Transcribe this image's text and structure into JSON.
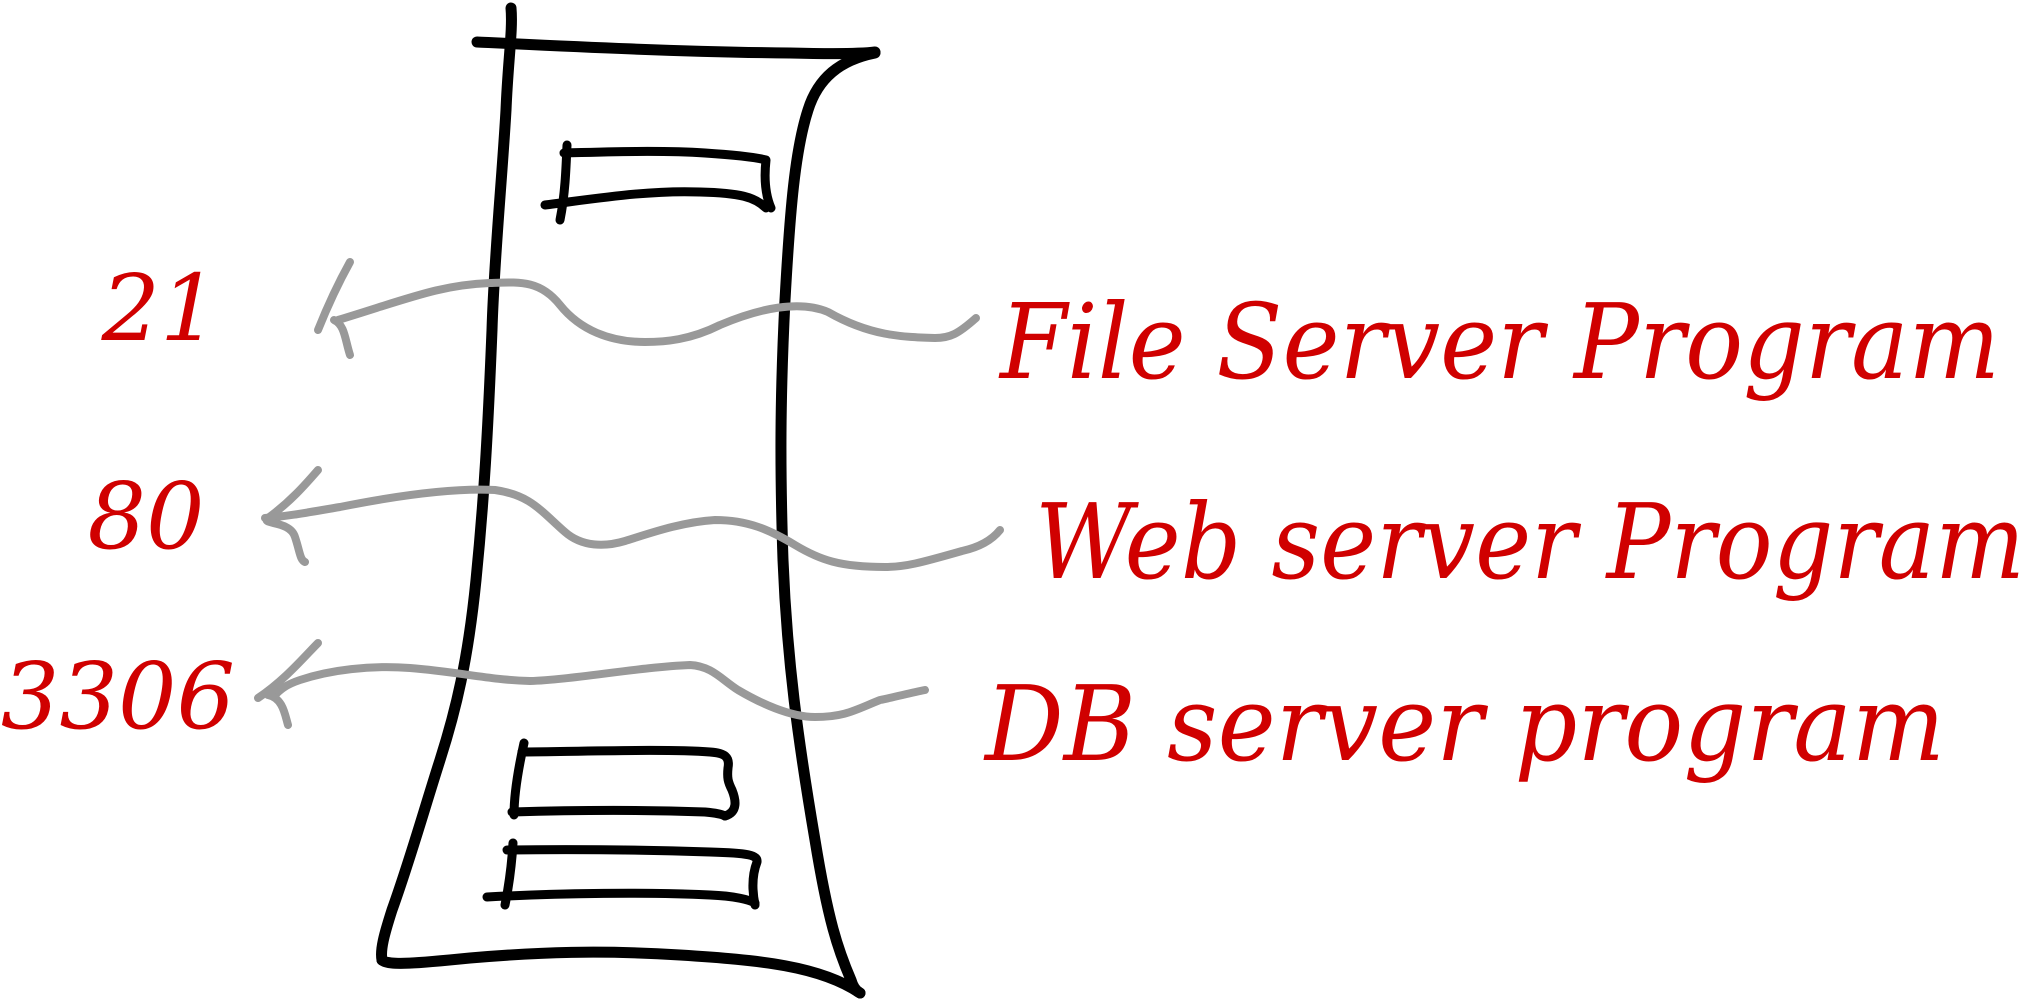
{
  "colors": {
    "ink": "#000000",
    "arrow": "#999999",
    "label": "#d00000"
  },
  "rows": [
    {
      "port": "21",
      "program": "File Server Program"
    },
    {
      "port": "80",
      "program": "Web server Program"
    },
    {
      "port": "3306",
      "program": "DB server program"
    }
  ],
  "icons": {
    "server": "server-tower-icon",
    "drive_top": "drive-bay-icon",
    "drive_bottom_1": "drive-bay-icon",
    "drive_bottom_2": "drive-bay-icon"
  }
}
